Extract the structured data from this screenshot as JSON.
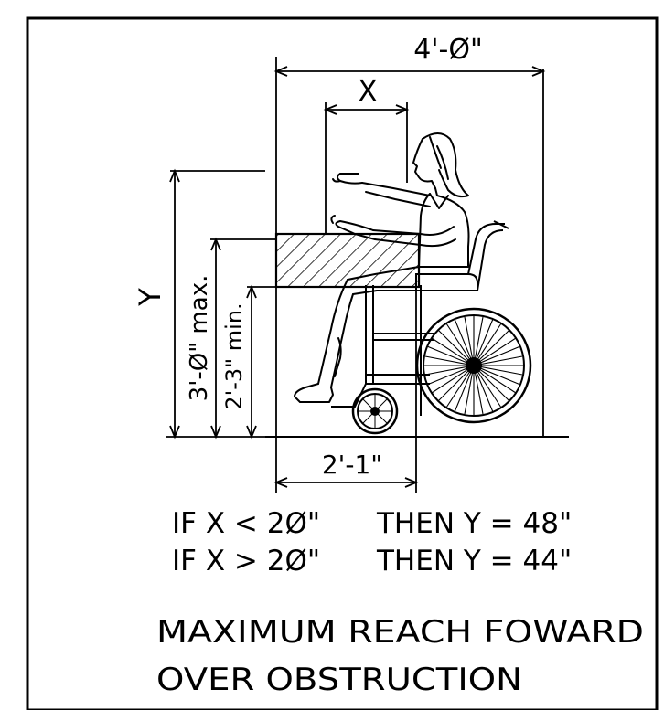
{
  "dimensions": {
    "width_4ft": "4'-Ø\"",
    "x_label": "X",
    "depth_2ft1": "2'-1\"",
    "y_label": "Y",
    "max_height": "3'-Ø\" max.",
    "min_height": "2'-3\" min."
  },
  "rules": {
    "line1_condition": "IF X < 2Ø\"",
    "line1_result": "THEN Y = 48\"",
    "line2_condition": "IF X > 2Ø\"",
    "line2_result": "THEN Y = 44\""
  },
  "caption": {
    "line1": "MAXIMUM REACH FOWARD",
    "line2": "OVER OBSTRUCTION"
  },
  "colors": {
    "ink": "#000000",
    "paper": "#ffffff"
  }
}
